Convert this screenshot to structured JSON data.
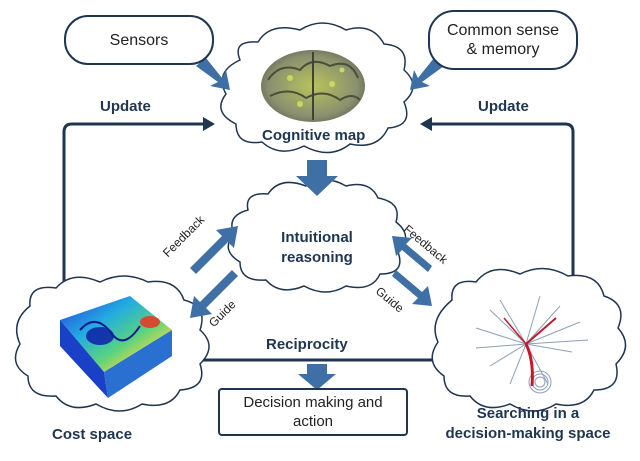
{
  "inputs": {
    "sensors": "Sensors",
    "memory_line1": "Common sense",
    "memory_line2": "& memory"
  },
  "nodes": {
    "cognitive_map": "Cognitive map",
    "intuitional_line1": "Intuitional",
    "intuitional_line2": "reasoning",
    "cost_space": "Cost space",
    "search_line1": "Searching in a",
    "search_line2": "decision-making space"
  },
  "edges": {
    "update_left": "Update",
    "update_right": "Update",
    "feedback_left": "Feedback",
    "guide_left": "Guide",
    "feedback_right": "Feedback",
    "guide_right": "Guide",
    "reciprocity": "Reciprocity"
  },
  "output": {
    "decision_line1": "Decision making and",
    "decision_line2": "action"
  },
  "colors": {
    "arrow_fill": "#3e6fa5",
    "line_dark": "#1f3550",
    "brain_base": "#8a9070",
    "brain_highlight": "#b8c45a",
    "search_line": "#8ea0b8",
    "search_highlight": "#c21a2a"
  }
}
